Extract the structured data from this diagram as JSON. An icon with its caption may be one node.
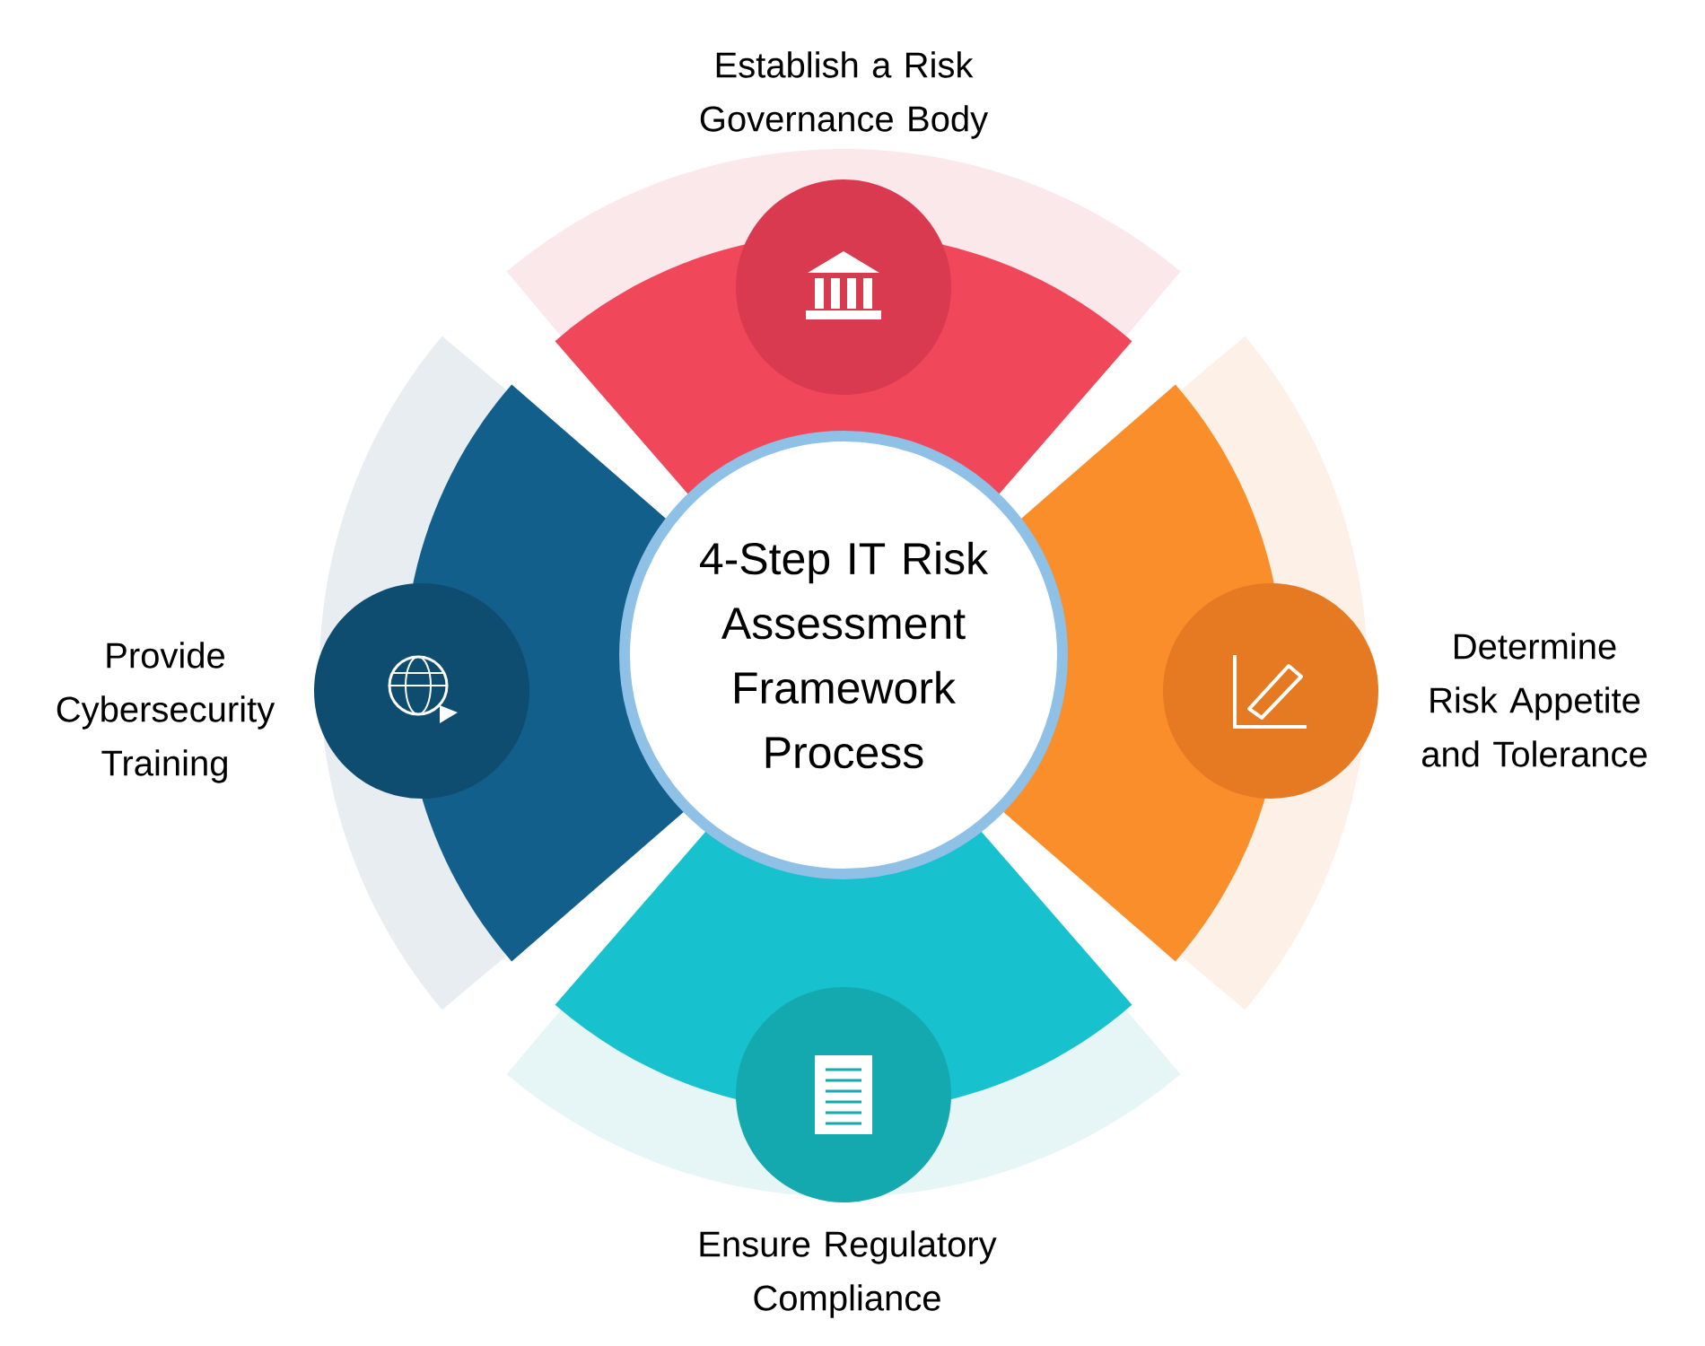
{
  "diagram": {
    "nodes": [
      {
        "text": [
          "4-Step IT Risk Assessment Framework Process"
        ]
      },
      {
        "text": [
          "Establish a Risk Governance Body"
        ]
      },
      {
        "text": [
          "Determine Risk Appetite and Tolerance"
        ]
      },
      {
        "text": [
          "Ensure Regulatory Compliance"
        ]
      },
      {
        "text": [
          "Provide Cybersecurity Training"
        ]
      }
    ]
  }
}
